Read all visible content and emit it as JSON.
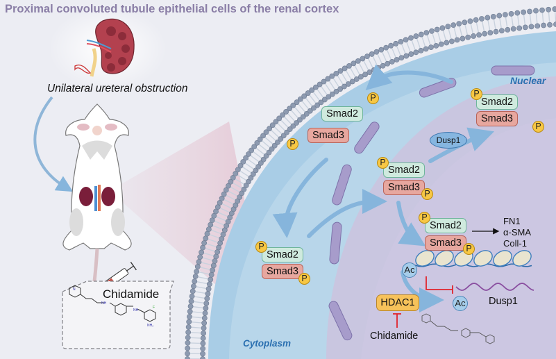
{
  "title": "Proximal convoluted tubule  epithelial cells of the renal cortex",
  "left_panel": {
    "model_label": "Unilateral ureteral obstruction",
    "drug_box_label": "Chidamide",
    "icons": [
      "kidney-icon",
      "rat-icon",
      "syringe-icon",
      "chidamide-structure-icon"
    ]
  },
  "compartments": {
    "nuclear_label": "Nuclear",
    "cytoplasm_label": "Cytoplasm"
  },
  "molecules": {
    "smad2": "Smad2",
    "smad3": "Smad3",
    "phospho": "P",
    "acetyl": "Ac",
    "dusp1_protein": "Dusp1",
    "hdac1": "HDAC1",
    "chidamide": "Chidamide",
    "dusp1_mrna": "Dusp1"
  },
  "target_genes": [
    "FN1",
    "α-SMA",
    "Coll-1"
  ],
  "colors": {
    "title": "#8a7ea6",
    "compartment_label": "#2a6fb0",
    "smad2_fill": "#cfeade",
    "smad3_fill": "#e7a79f",
    "phospho_fill": "#f7c744",
    "hdac1_fill": "#f7c25a",
    "inhibition": "#e0242c",
    "mrna": "#8a4fa0"
  }
}
